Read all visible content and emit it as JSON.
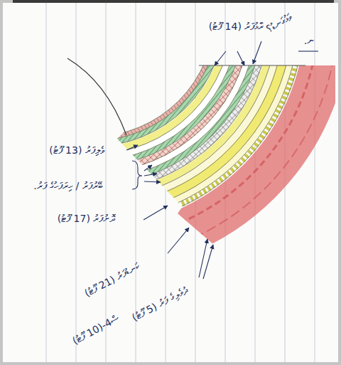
{
  "diagram": {
    "labels": [
      "ނ.",
      "ރާޅުފަރު (14 ފޫޓު)",
      "ވަޅުގަނޑު؟",
      "ވެލިފަރު (13 ފޫޓު)",
      "ބޭރުފަރު / ހިރަފަހުގެ ފަރު.",
      "ދޮށުފަރު (17 ފޫޓު)",
      "ކަނޑުފަރު (21 ފޫޓު)",
      "ދުވެލިގެ ފަރު (5 ފޫޓު)",
      "ސް4-(10 ފޫޓު)"
    ]
  }
}
